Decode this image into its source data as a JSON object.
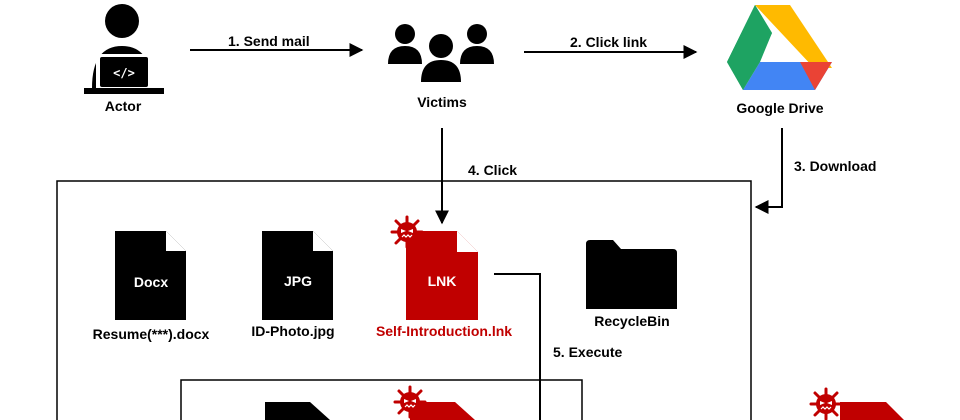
{
  "nodes": {
    "actor": "Actor",
    "victims": "Victims",
    "google_drive": "Google Drive"
  },
  "steps": {
    "send_mail": "1. Send mail",
    "click_link": "2. Click link",
    "download": "3. Download",
    "click": "4. Click",
    "execute": "5. Execute"
  },
  "files": {
    "resume": {
      "type": "Docx",
      "name": "Resume(***).docx"
    },
    "photo": {
      "type": "JPG",
      "name": "ID-Photo.jpg"
    },
    "lnk": {
      "type": "LNK",
      "name": "Self-Introduction.lnk"
    },
    "recycle": {
      "name": "RecycleBin"
    }
  },
  "colors": {
    "malicious": "#c00000",
    "file": "#000000",
    "drive_green": "#1ea362",
    "drive_blue": "#4285f4",
    "drive_yellow": "#ffba00",
    "drive_red": "#ea4335"
  },
  "icons": {
    "actor": "hacker-laptop-icon",
    "victims": "user-group-icon",
    "drive": "google-drive-icon",
    "virus": "virus-icon",
    "folder": "folder-icon",
    "file": "document-icon"
  }
}
